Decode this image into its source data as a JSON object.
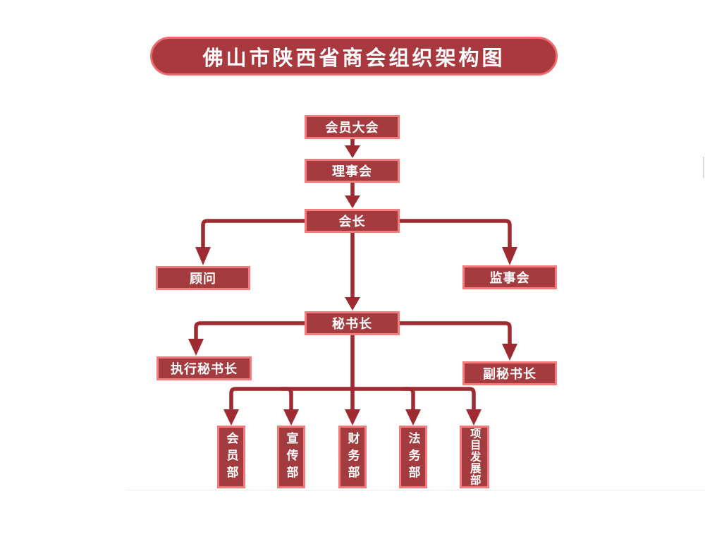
{
  "title": "佛山市陕西省商会组织架构图",
  "colors": {
    "box_fill": "#A43B3F",
    "box_border": "#F47C7D",
    "title_fill": "#A9393E",
    "title_border": "#F26B6C",
    "connector": "#9E2B31",
    "text": "#FFFFFF"
  },
  "nodes": {
    "members_assembly": {
      "label": "会员大会"
    },
    "council": {
      "label": "理事会"
    },
    "president": {
      "label": "会长"
    },
    "advisors": {
      "label": "顾问"
    },
    "supervisory_board": {
      "label": "监事会"
    },
    "secretary_general": {
      "label": "秘书长"
    },
    "executive_secretary_general": {
      "label": "执行秘书长"
    },
    "deputy_secretary_general": {
      "label": "副秘书长"
    },
    "membership_dept": {
      "label": "会员部"
    },
    "publicity_dept": {
      "label": "宣传部"
    },
    "finance_dept": {
      "label": "财务部"
    },
    "legal_dept": {
      "label": "法务部"
    },
    "project_development_dept": {
      "label": "项目发展部"
    }
  },
  "edges": [
    {
      "from": "会员大会",
      "to": "理事会"
    },
    {
      "from": "理事会",
      "to": "会长"
    },
    {
      "from": "会长",
      "to": "顾问"
    },
    {
      "from": "会长",
      "to": "监事会"
    },
    {
      "from": "会长",
      "to": "秘书长"
    },
    {
      "from": "秘书长",
      "to": "执行秘书长"
    },
    {
      "from": "秘书长",
      "to": "副秘书长"
    },
    {
      "from": "秘书长",
      "to": "会员部"
    },
    {
      "from": "秘书长",
      "to": "宣传部"
    },
    {
      "from": "秘书长",
      "to": "财务部"
    },
    {
      "from": "秘书长",
      "to": "法务部"
    },
    {
      "from": "秘书长",
      "to": "项目发展部"
    }
  ]
}
